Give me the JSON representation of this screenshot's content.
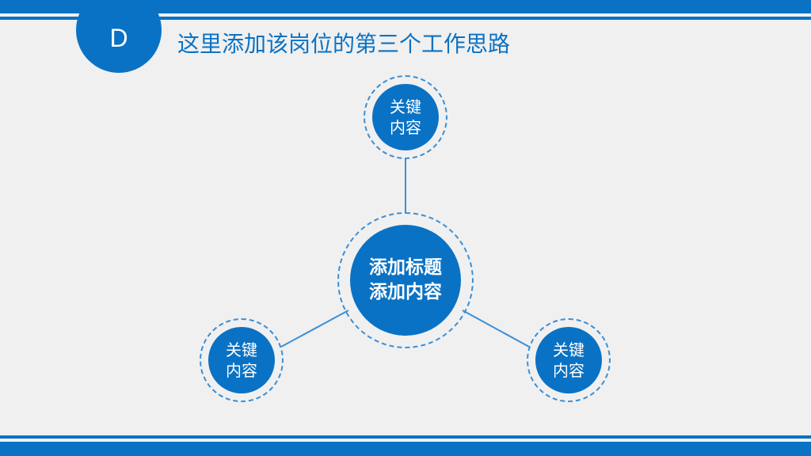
{
  "header": {
    "badge_letter": "D",
    "title": "这里添加该岗位的第三个工作思路"
  },
  "center": {
    "line1": "添加标题",
    "line2": "添加内容"
  },
  "nodes": [
    {
      "line1": "关键",
      "line2": "内容"
    },
    {
      "line1": "关键",
      "line2": "内容"
    },
    {
      "line1": "关键",
      "line2": "内容"
    }
  ],
  "colors": {
    "accent": "#0a72c4",
    "dashed_ring": "#3b8fd6",
    "background": "#f0f0f0"
  }
}
